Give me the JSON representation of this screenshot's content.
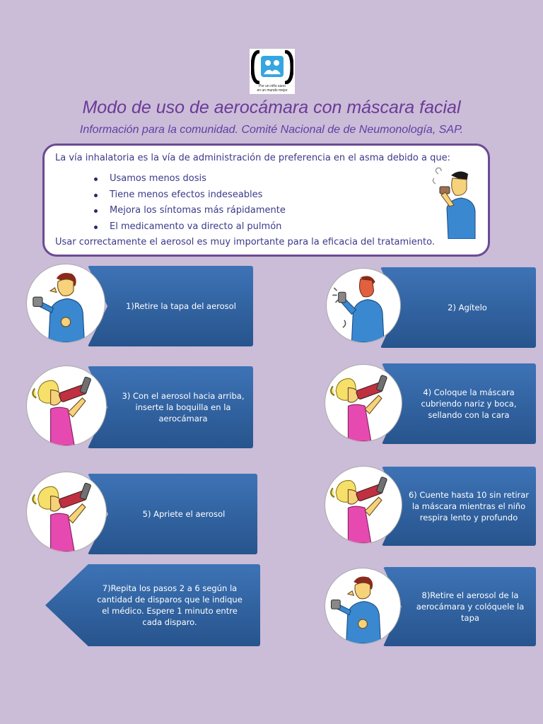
{
  "logo": {
    "caption_line1": "Por un niño sano",
    "caption_line2": "en un mundo mejor"
  },
  "header": {
    "title": "Modo de uso de aerocámara con máscara facial",
    "subtitle": "Información para la comunidad. Comité Nacional de de Neumonología, SAP."
  },
  "info": {
    "intro": "La vía inhalatoria es la vía de administración de preferencia en el asma debido a que:",
    "bullets": [
      "Usamos menos dosis",
      "Tiene menos efectos indeseables",
      "Mejora  los síntomas más rápidamente",
      "El medicamento va directo al pulmón"
    ],
    "outro": "Usar correctamente el aerosol es muy importante para la eficacia del tratamiento."
  },
  "steps": [
    "1)Retire la tapa del aerosol",
    "2) Agítelo",
    "3) Con el aerosol hacia arriba, inserte la boquilla en la aerocámara",
    "4) Coloque la máscara cubriendo nariz y boca, sellando con la cara",
    "5) Apriete el aerosol",
    "6) Cuente hasta 10 sin retirar la máscara mientras el niño respira lento y profundo",
    "7)Repita los pasos 2 a 6 según la cantidad de disparos que le indique el médico. Espere 1 minuto entre cada disparo.",
    "8)Retire el aerosol de la aerocámara y colóquele la tapa"
  ],
  "colors": {
    "background": "#cbbcd8",
    "title": "#6a3a96",
    "arrow": "#3d73b6",
    "box_border": "#6c4a93"
  },
  "icons": [
    "organization-logo-icon",
    "man-with-inhaler-icon",
    "girl-with-spacer-icon"
  ]
}
